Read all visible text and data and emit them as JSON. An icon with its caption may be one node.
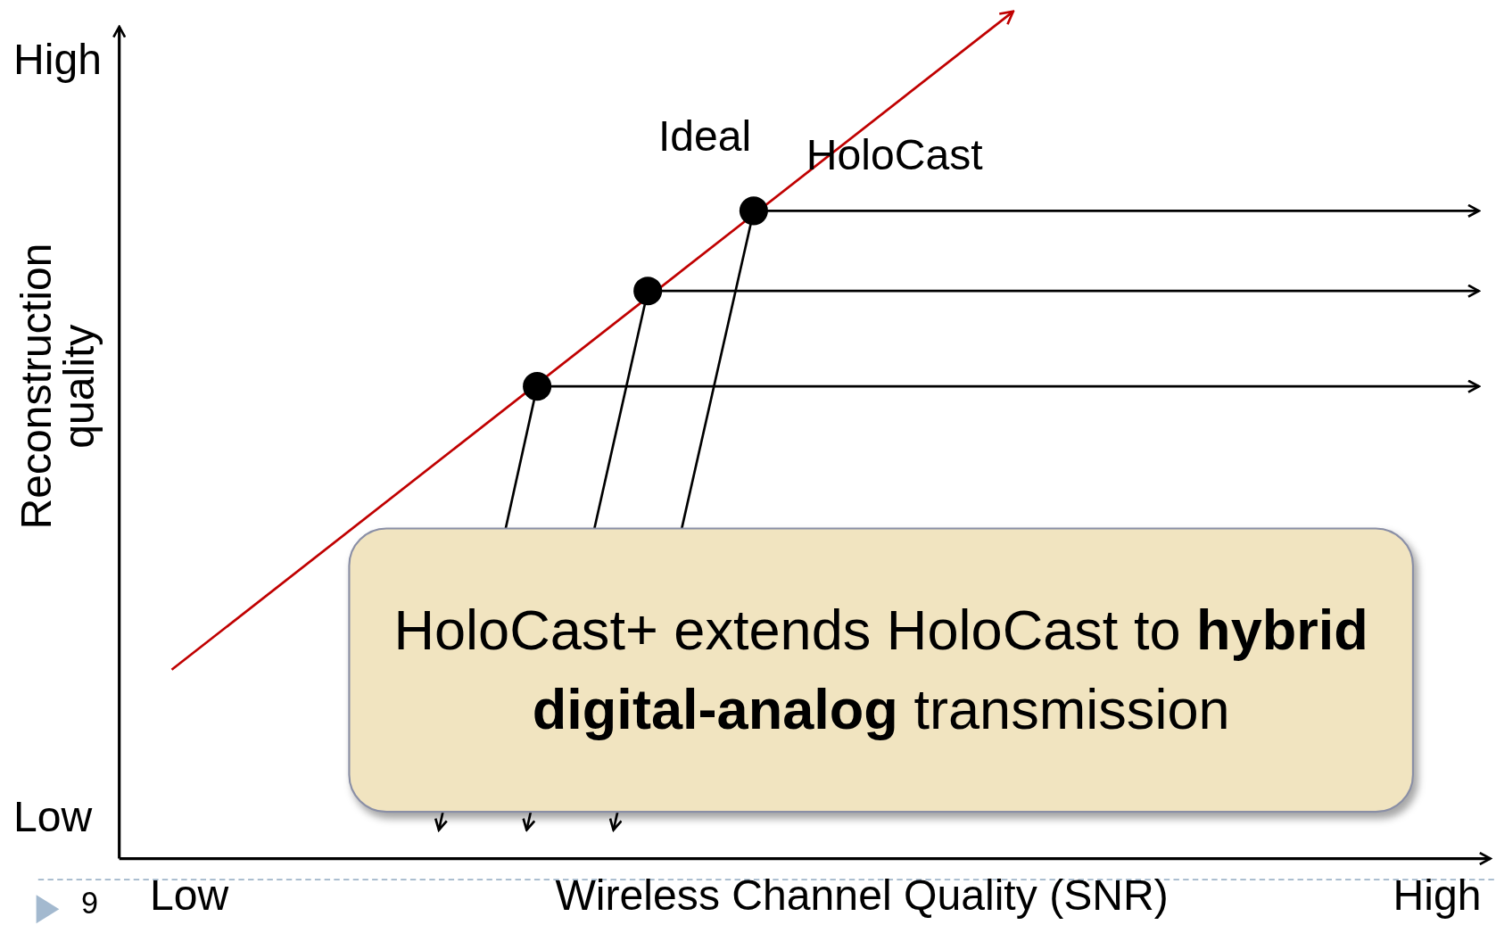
{
  "diagram": {
    "nodes": [
      {
        "text": [
          "HoloCast+ extends HoloCast to **hybrid digital-analog** transmission"
        ]
      }
    ],
    "labels": [
      "High",
      "Ideal",
      "HoloCast",
      "Reconstruction quality",
      "Low",
      "9",
      "Low",
      "Wireless Channel Quality (SNR)",
      "High"
    ]
  }
}
